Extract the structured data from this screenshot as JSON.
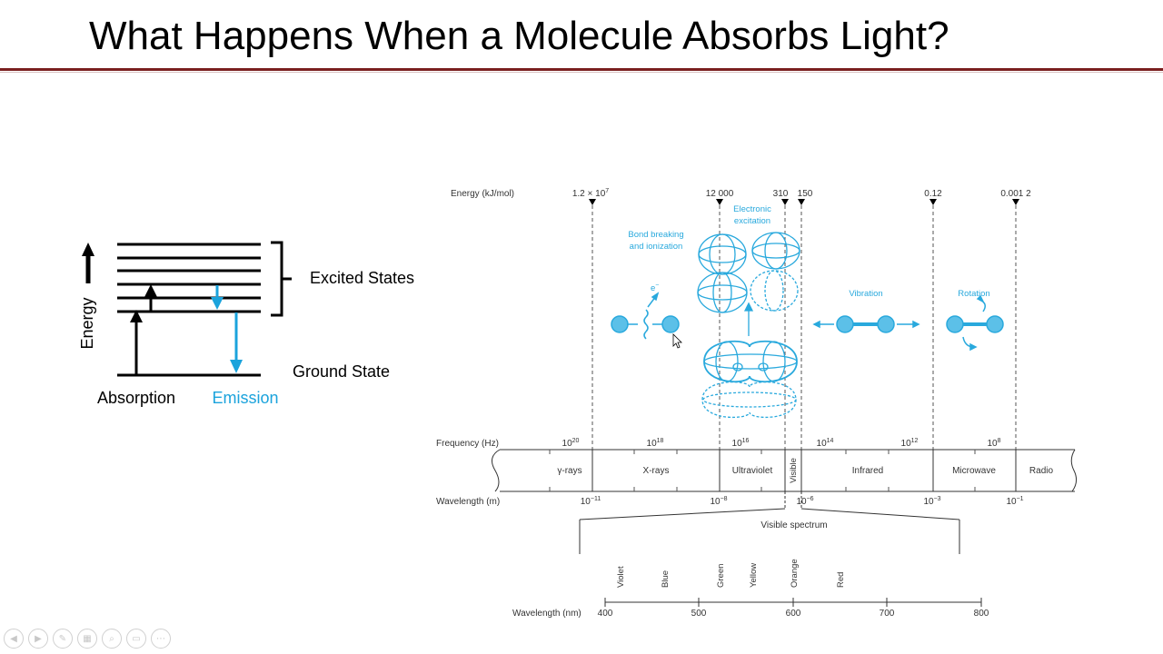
{
  "slide": {
    "title": "What Happens When a Molecule Absorbs Light?"
  },
  "energy_diagram": {
    "axis_label": "Energy",
    "excited_label": "Excited States",
    "ground_label": "Ground State",
    "absorption_label": "Absorption",
    "emission_label": "Emission",
    "emission_color": "#1ba3dc"
  },
  "spectrum_figure": {
    "accent_color": "#29a9dd",
    "energy_row_label": "Energy (kJ/mol)",
    "energy_markers": [
      "1.2 × 10",
      "12 000",
      "310",
      "150",
      "0.12",
      "0.001 2"
    ],
    "energy_first_exp": "7",
    "process_labels": {
      "bond_line1": "Bond breaking",
      "bond_line2": "and ionization",
      "electron": "e",
      "electronic_line1": "Electronic",
      "electronic_line2": "excitation",
      "vibration": "Vibration",
      "rotation": "Rotation"
    },
    "frequency_row_label": "Frequency (Hz)",
    "frequency_ticks": [
      {
        "base": "10",
        "exp": "20"
      },
      {
        "base": "10",
        "exp": "18"
      },
      {
        "base": "10",
        "exp": "16"
      },
      {
        "base": "10",
        "exp": "14"
      },
      {
        "base": "10",
        "exp": "12"
      },
      {
        "base": "10",
        "exp": "8"
      }
    ],
    "regions": [
      "γ-rays",
      "X-rays",
      "Ultraviolet",
      "Visible",
      "Infrared",
      "Microwave",
      "Radio"
    ],
    "wavelength_row_label": "Wavelength (m)",
    "wavelength_ticks": [
      {
        "base": "10",
        "exp": "−11"
      },
      {
        "base": "10",
        "exp": "−8"
      },
      {
        "base": "10",
        "exp": "−6"
      },
      {
        "base": "10",
        "exp": "−3"
      },
      {
        "base": "10",
        "exp": "−1"
      }
    ],
    "visible_spectrum_label": "Visible spectrum",
    "colors": [
      "Violet",
      "Blue",
      "Green",
      "Yellow",
      "Orange",
      "Red"
    ],
    "nm_row_label": "Wavelength (nm)",
    "nm_ticks": [
      "400",
      "500",
      "600",
      "700",
      "800"
    ]
  },
  "controls": [
    "previous-icon",
    "next-icon",
    "pen-icon",
    "slides-icon",
    "zoom-icon",
    "subtitles-icon",
    "more-icon"
  ]
}
